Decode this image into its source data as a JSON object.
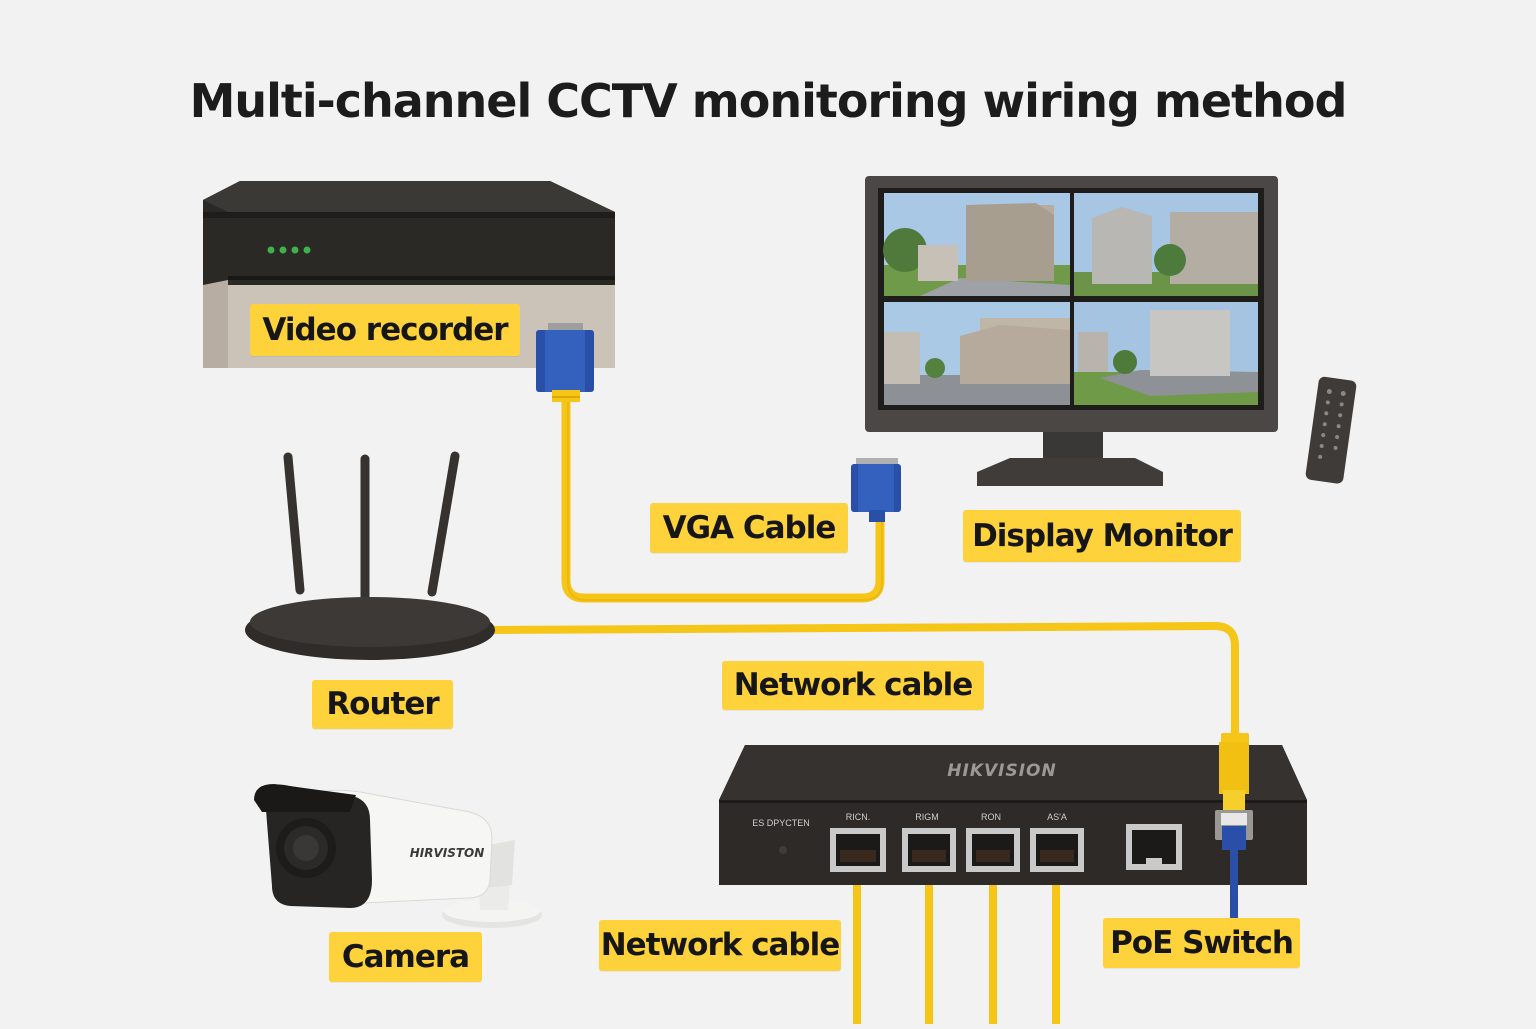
{
  "title": "Multi-channel CCTV monitoring wiring method",
  "devices": {
    "video_recorder": {
      "label": "Video recorder",
      "status_leds": 4,
      "led_color": "#3fb14b"
    },
    "display_monitor": {
      "label": "Display Monitor",
      "split_view_channels": 4
    },
    "router": {
      "label": "Router",
      "antennas": 3
    },
    "camera": {
      "label": "Camera",
      "brand": "HIRVISTON"
    },
    "poe_switch": {
      "label": "PoE Switch",
      "brand": "HIKVISION",
      "indicator_label": "ES DPYCTEN",
      "ports": [
        "RICN.",
        "RIGM",
        "RON",
        "AS'A"
      ]
    }
  },
  "cables": {
    "vga": {
      "label": "VGA Cable"
    },
    "network_top": {
      "label": "Network cable"
    },
    "network_bottom": {
      "label": "Network cable"
    }
  },
  "colors": {
    "background": "#f2f2f2",
    "label_bg": "#fdd23a",
    "cable": "#f5c518",
    "vga_connector": "#2a4fa8",
    "device_dark": "#2b2926",
    "recorder_base": "#cbc2b8"
  }
}
